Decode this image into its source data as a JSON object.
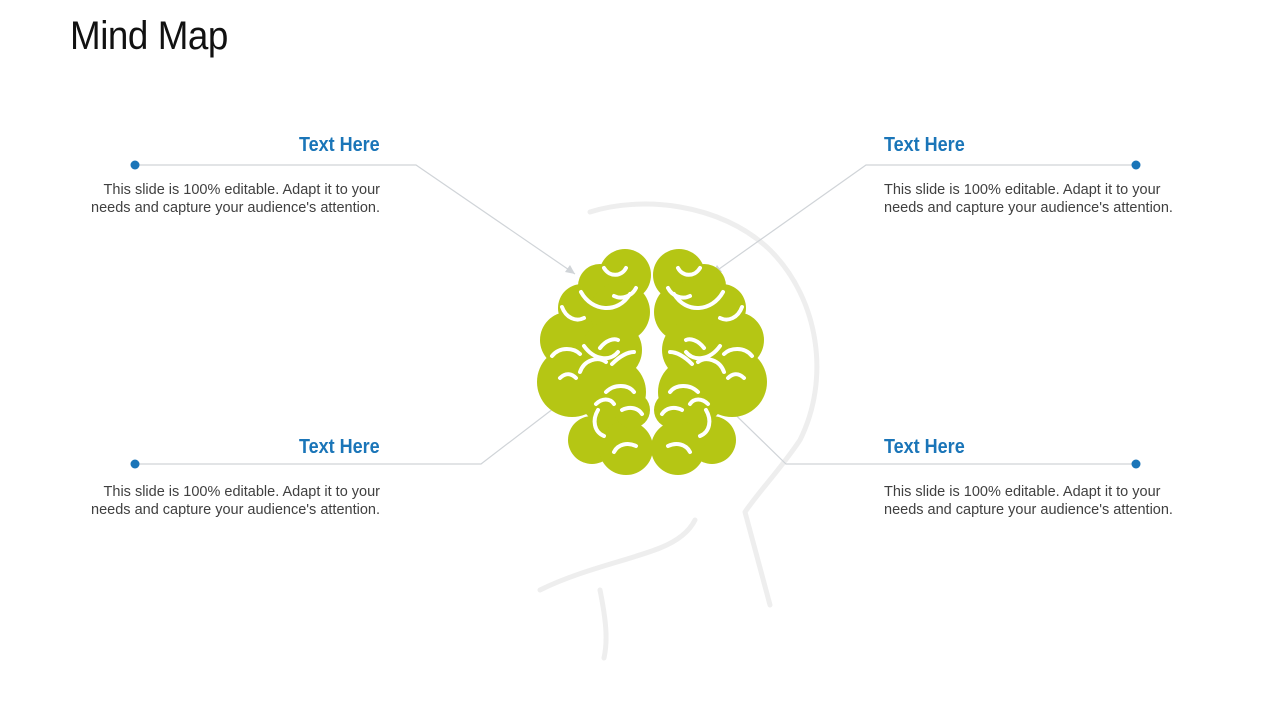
{
  "title": "Mind Map",
  "colors": {
    "heading": "#1a75b8",
    "dot": "#1a75b8",
    "connector": "#d0d4d8",
    "brain": "#b5c614",
    "head_outline": "#eeeeee"
  },
  "icon": "brain-icon",
  "nodes": [
    {
      "heading": "Text Here",
      "text": "This slide is 100% editable. Adapt it to your needs and capture your audience's attention."
    },
    {
      "heading": "Text Here",
      "text": "This slide is 100% editable. Adapt it to your needs and capture your audience's attention."
    },
    {
      "heading": "Text Here",
      "text": "This slide is 100% editable. Adapt it to your needs and capture your audience's attention."
    },
    {
      "heading": "Text Here",
      "text": "This slide is 100% editable. Adapt it to your needs and capture your audience's attention."
    }
  ]
}
